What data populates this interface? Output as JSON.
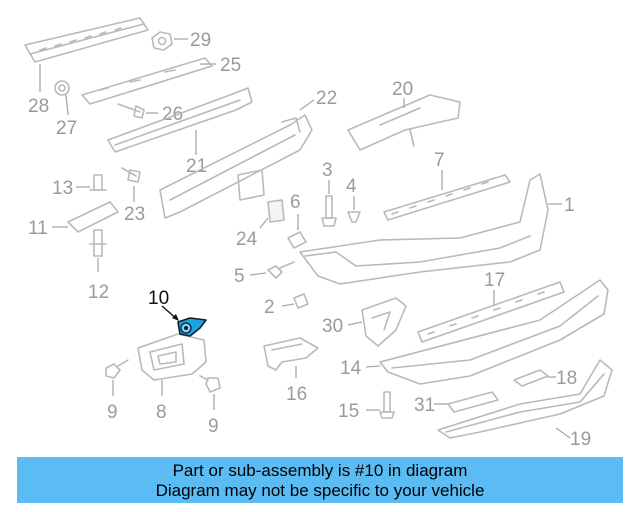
{
  "diagram": {
    "highlight_color": "#1fa3e0",
    "callouts": {
      "c1": "1",
      "c2": "2",
      "c3": "3",
      "c4": "4",
      "c5": "5",
      "c6": "6",
      "c7": "7",
      "c8": "8",
      "c9a": "9",
      "c9b": "9",
      "c10": "10",
      "c11": "11",
      "c12": "12",
      "c13": "13",
      "c14": "14",
      "c15": "15",
      "c16": "16",
      "c17": "17",
      "c18": "18",
      "c19": "19",
      "c20": "20",
      "c21": "21",
      "c22": "22",
      "c23": "23",
      "c24": "24",
      "c25": "25",
      "c26": "26",
      "c27": "27",
      "c28": "28",
      "c29": "29",
      "c30": "30",
      "c31": "31"
    }
  },
  "banner": {
    "line1": "Part or sub-assembly is #10 in diagram",
    "line2": "Diagram may not be specific to your vehicle",
    "color": "#5bbcf4"
  }
}
